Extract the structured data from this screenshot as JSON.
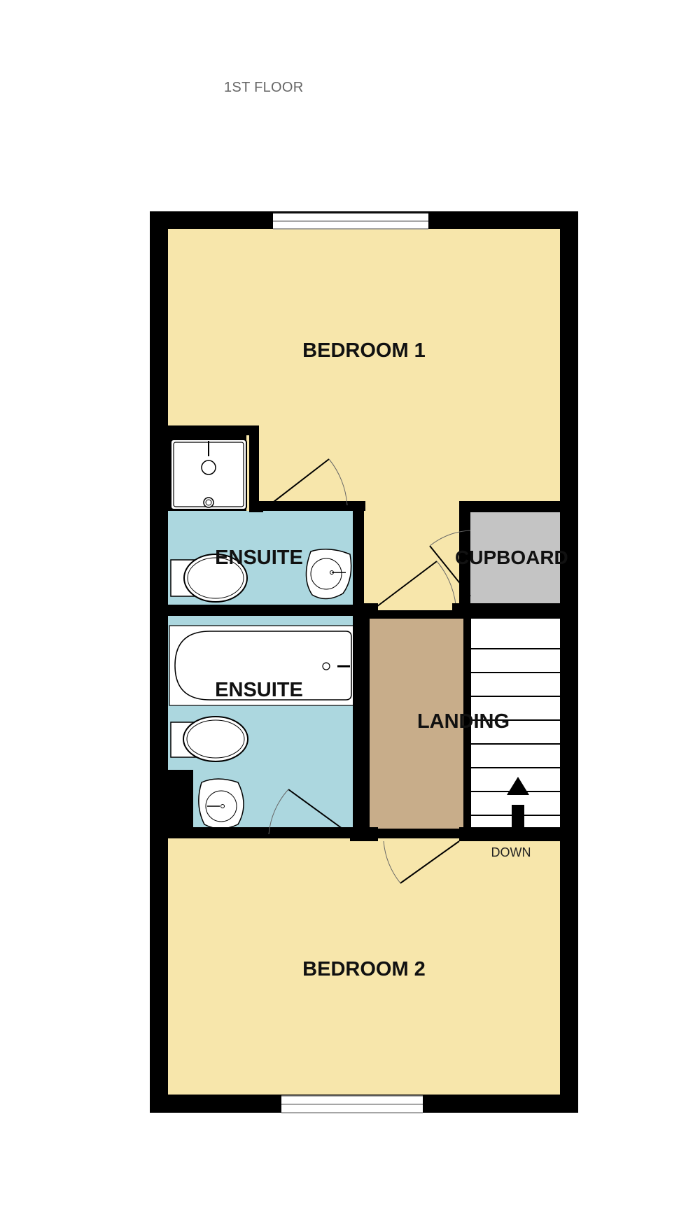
{
  "floor": {
    "title": "1ST FLOOR"
  },
  "colors": {
    "wall": "#000000",
    "bedroom": "#f7e6ab",
    "ensuite": "#acd7df",
    "landing": "#c8ad8a",
    "cupboard": "#c4c4c4",
    "stairs": "#ffffff",
    "fixture": "#ffffff"
  },
  "rooms": {
    "bedroom1": {
      "label": "BEDROOM 1"
    },
    "ensuite1": {
      "label": "ENSUITE"
    },
    "cupboard": {
      "label": "CUPBOARD"
    },
    "ensuite2": {
      "label": "ENSUITE"
    },
    "landing": {
      "label": "LANDING"
    },
    "bedroom2": {
      "label": "BEDROOM 2"
    }
  },
  "stairs": {
    "label": "DOWN",
    "steps": 9
  }
}
